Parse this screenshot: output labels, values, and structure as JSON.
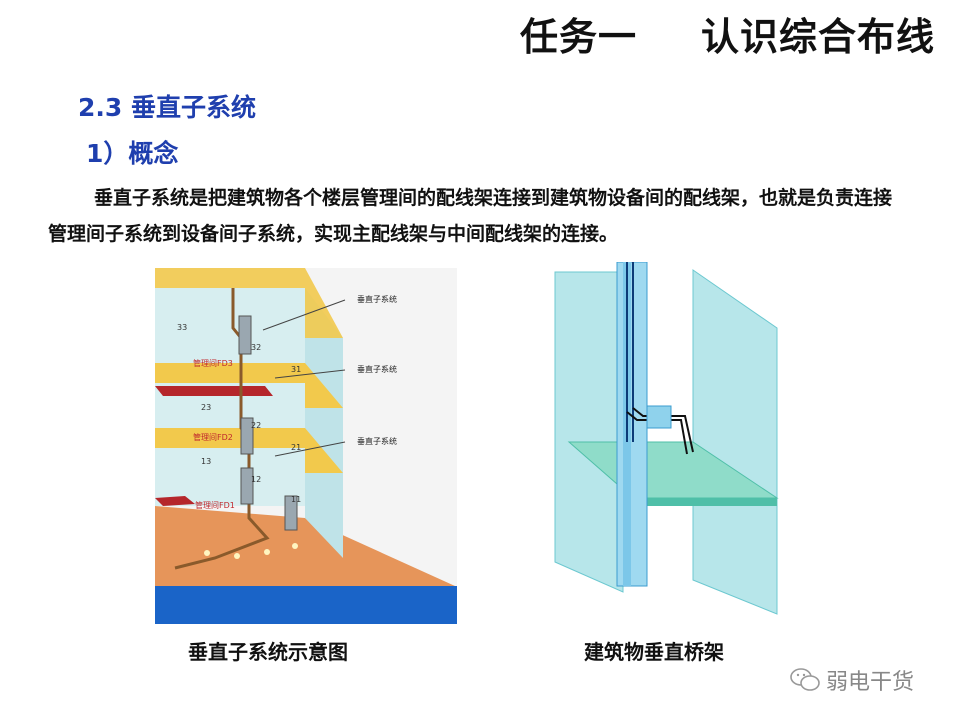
{
  "header": {
    "task": "任务一",
    "topic": "认识综合布线"
  },
  "section": {
    "title": "2.3  垂直子系统",
    "subtitle": "1）概念"
  },
  "paragraph": "垂直子系统是把建筑物各个楼层管理间的配线架连接到建筑物设备间的配线架，也就是负责连接管理间子系统到设备间子系统，实现主配线架与中间配线架的连接。",
  "figure_left": {
    "caption": "垂直子系统示意图",
    "callouts": [
      "垂直子系统",
      "垂直子系统",
      "垂直子系统"
    ],
    "room_labels": [
      "管理间FD3",
      "管理间FD2",
      "管理间FD1"
    ],
    "numbers": [
      "33",
      "32",
      "31",
      "23",
      "22",
      "21",
      "13",
      "12",
      "11"
    ]
  },
  "figure_right": {
    "caption": "建筑物垂直桥架"
  },
  "watermark": {
    "text": "弱电干货",
    "icon": "wechat-icon"
  },
  "colors": {
    "heading_blue": "#1f3fae",
    "floor_yellow": "#f2c94c",
    "ground_orange": "#e6955a",
    "wall_teal": "#b7e6ea",
    "base_blue": "#1a64c8"
  }
}
